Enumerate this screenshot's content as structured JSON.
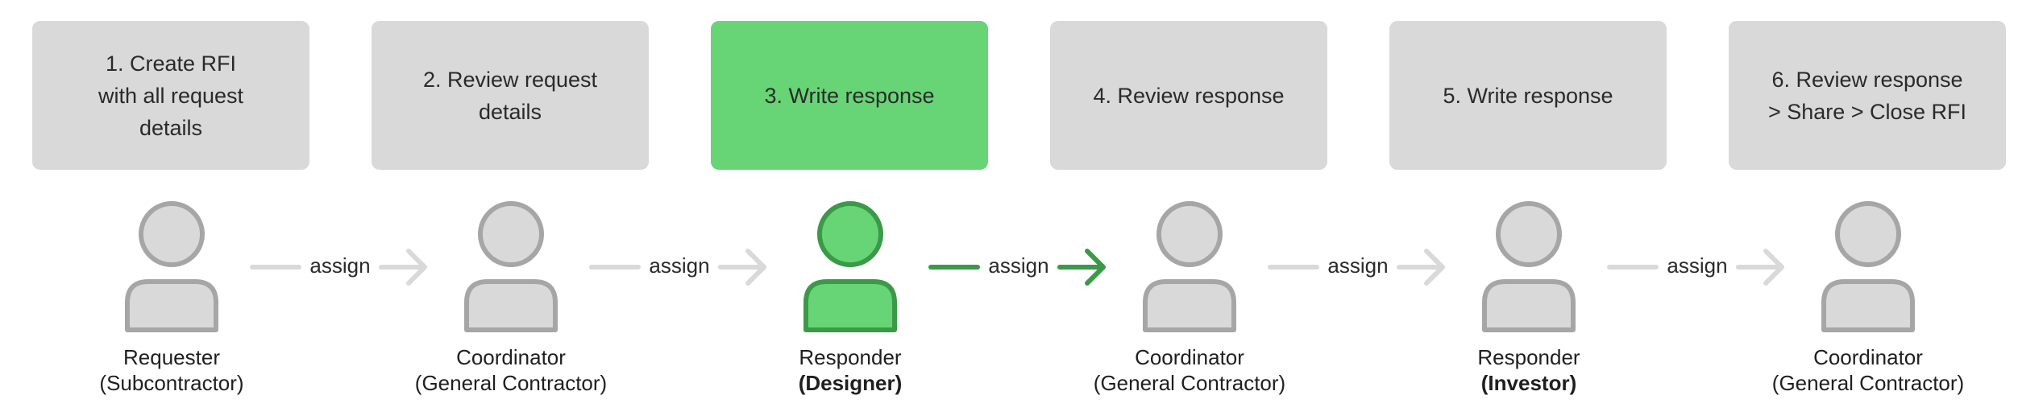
{
  "colors": {
    "box_default": "#d9d9d9",
    "box_active": "#67d576",
    "icon_default_fill": "#d9d9d9",
    "icon_default_stroke": "#a6a6a6",
    "icon_active_fill": "#67d576",
    "icon_active_stroke": "#3a9a48",
    "arrow_default": "#d9d9d9",
    "arrow_active": "#3a9a48"
  },
  "steps": [
    {
      "label": "1. Create RFI\nwith all request\ndetails",
      "active": false
    },
    {
      "label": "2. Review request\ndetails",
      "active": false
    },
    {
      "label": "3. Write response",
      "active": true
    },
    {
      "label": "4. Review response",
      "active": false
    },
    {
      "label": "5. Write response",
      "active": false
    },
    {
      "label": "6. Review response\n> Share > Close RFI",
      "active": false
    }
  ],
  "roles": [
    {
      "name": "Requester",
      "org": "(Subcontractor)",
      "emph": false
    },
    {
      "name": "Coordinator",
      "org": "(General Contractor)",
      "emph": false
    },
    {
      "name": "Responder",
      "org": "(Designer)",
      "emph": true
    },
    {
      "name": "Coordinator",
      "org": "(General Contractor)",
      "emph": false
    },
    {
      "name": "Responder",
      "org": "(Investor)",
      "emph": true
    },
    {
      "name": "Coordinator",
      "org": "(General Contractor)",
      "emph": false
    }
  ],
  "connectors": [
    {
      "label": "assign",
      "active": false
    },
    {
      "label": "assign",
      "active": false
    },
    {
      "label": "assign",
      "active": true
    },
    {
      "label": "assign",
      "active": false
    },
    {
      "label": "assign",
      "active": false
    }
  ],
  "icons": {
    "person": "person-icon",
    "arrow": "arrow-right-icon"
  }
}
